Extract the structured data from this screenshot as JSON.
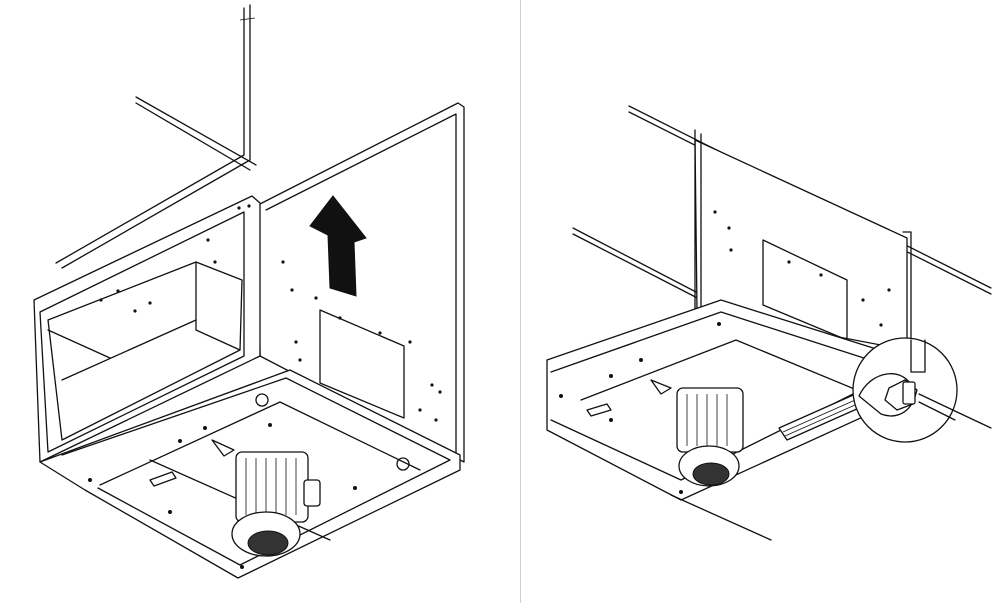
{
  "figure": {
    "panels": [
      "installed-view",
      "remove-plate-view"
    ],
    "arrow_direction": "up",
    "colors": {
      "line": "#111111",
      "background": "#ffffff",
      "divider": "#d0d0d0"
    },
    "icons": [
      "up-arrow-icon",
      "wrench-icon",
      "fan-motor-icon",
      "warning-triangle-icon"
    ]
  }
}
